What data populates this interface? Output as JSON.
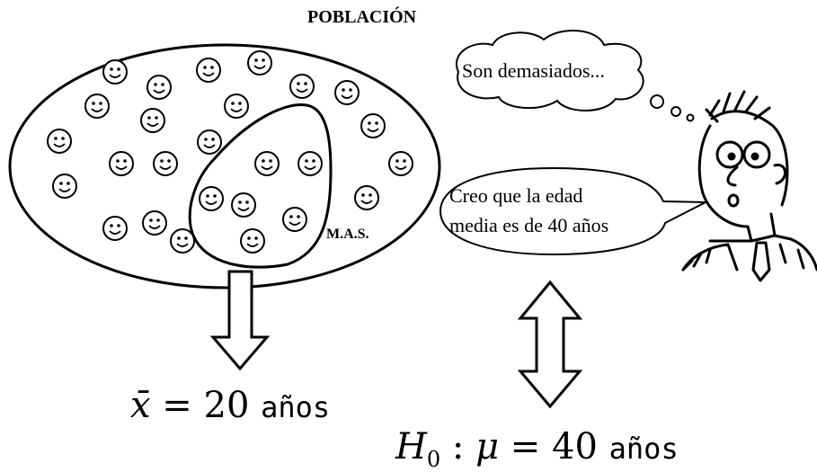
{
  "title": "POBLACIÓN",
  "sample_label": "M.A.S.",
  "thought_bubble": "Son demasiados...",
  "speech_bubble": {
    "line1": "Creo que la edad",
    "line2": "media es de 40 años"
  },
  "formula_sample": {
    "var": "x̄",
    "eq": " = 20 ",
    "unit": "años"
  },
  "formula_hypothesis": {
    "var": "H",
    "sub": "0",
    "mid": " : ",
    "mu": "μ",
    "eq": " = 40 ",
    "unit": "años"
  }
}
